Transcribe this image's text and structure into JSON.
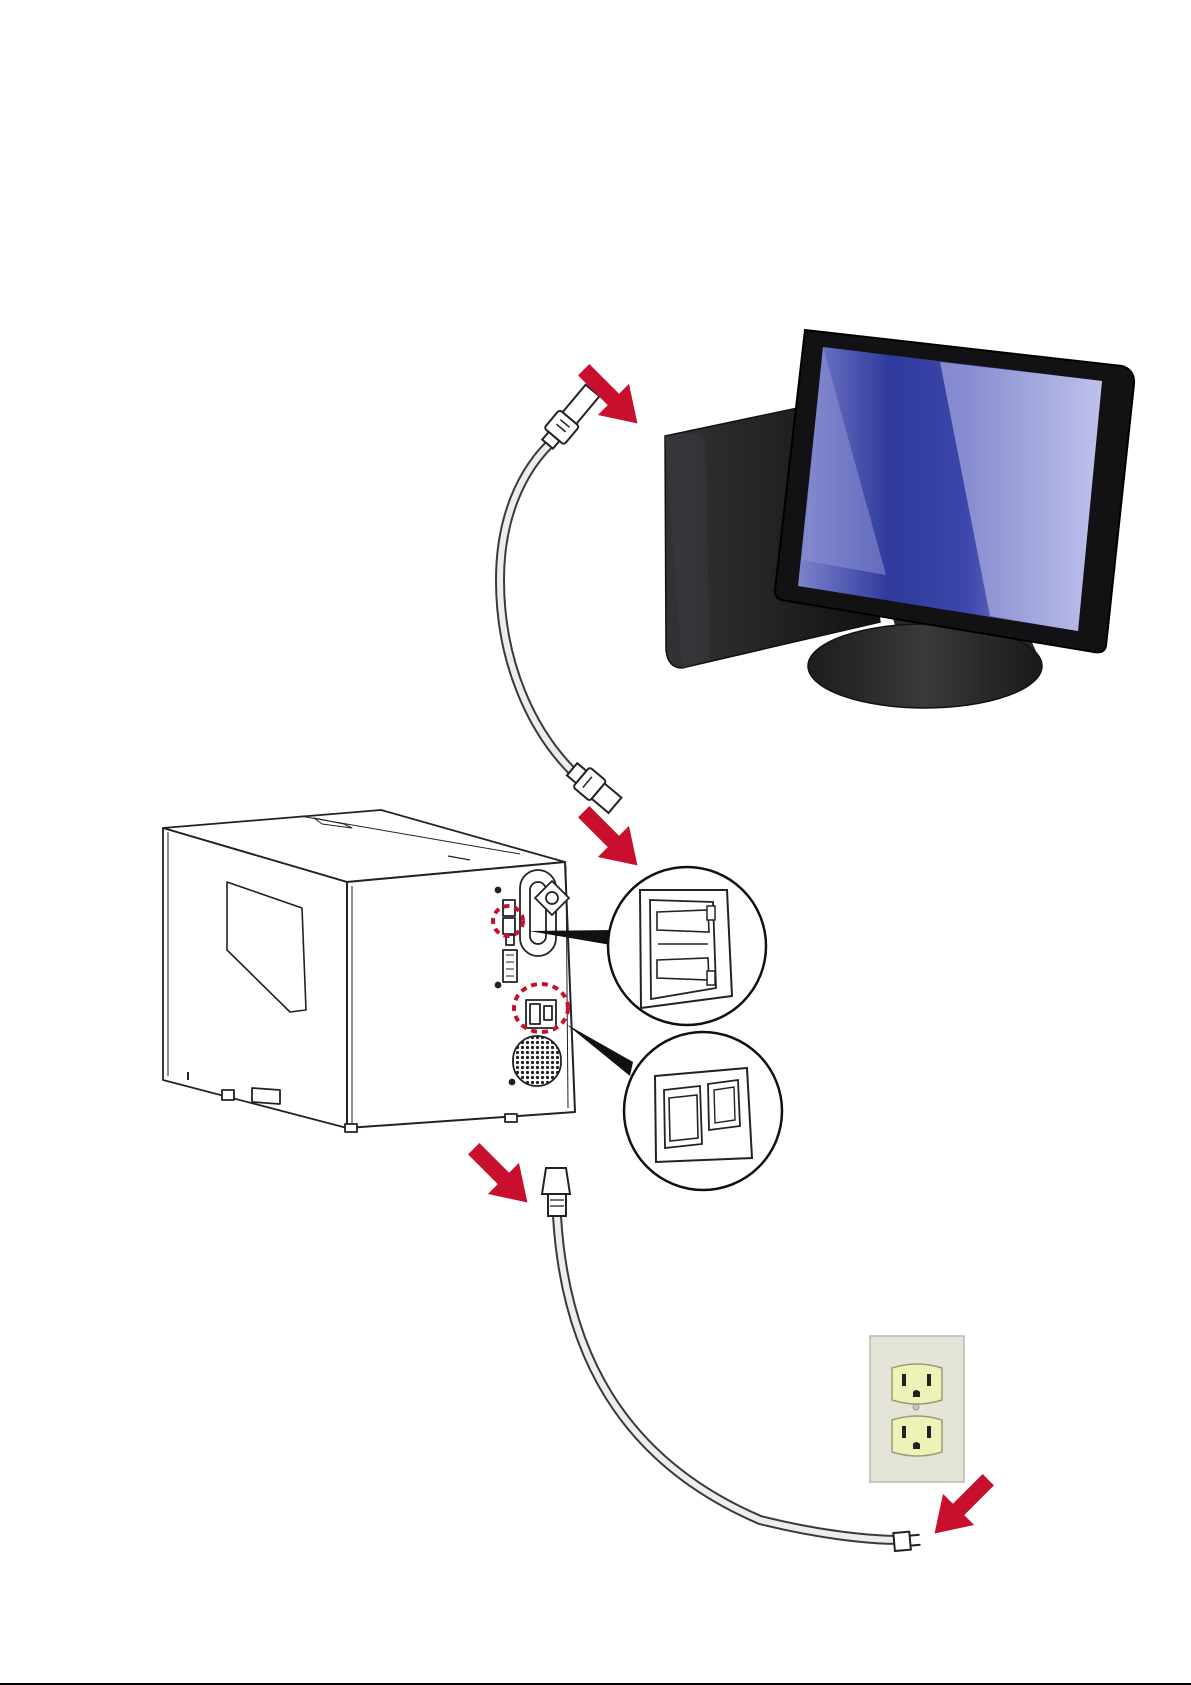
{
  "diagram": {
    "components": [
      {
        "id": "computer",
        "icon": "computer-monitor-icon"
      },
      {
        "id": "usb-cable",
        "icon": "usb-cable-icon"
      },
      {
        "id": "printer",
        "icon": "label-printer-icon"
      },
      {
        "id": "usb-port-detail",
        "icon": "usb-port-icon"
      },
      {
        "id": "power-socket-detail",
        "icon": "power-socket-switch-icon"
      },
      {
        "id": "power-cord",
        "icon": "power-cord-icon"
      },
      {
        "id": "wall-outlet",
        "icon": "wall-outlet-icon"
      }
    ],
    "connections": [
      {
        "from": "usb-cable",
        "to": "computer"
      },
      {
        "from": "usb-cable",
        "to": "printer"
      },
      {
        "from": "power-cord",
        "to": "printer"
      },
      {
        "from": "power-cord",
        "to": "wall-outlet"
      }
    ]
  },
  "colors": {
    "arrow": "#c8102e",
    "highlight": "#c8102e",
    "monitor_body": "#1e1e20",
    "screen_blue": "#3a44a8",
    "screen_light": "#b6b8e8",
    "outlet_plate": "#e4e5d8",
    "outlet_face": "#eef2b6",
    "line": "#222222"
  }
}
